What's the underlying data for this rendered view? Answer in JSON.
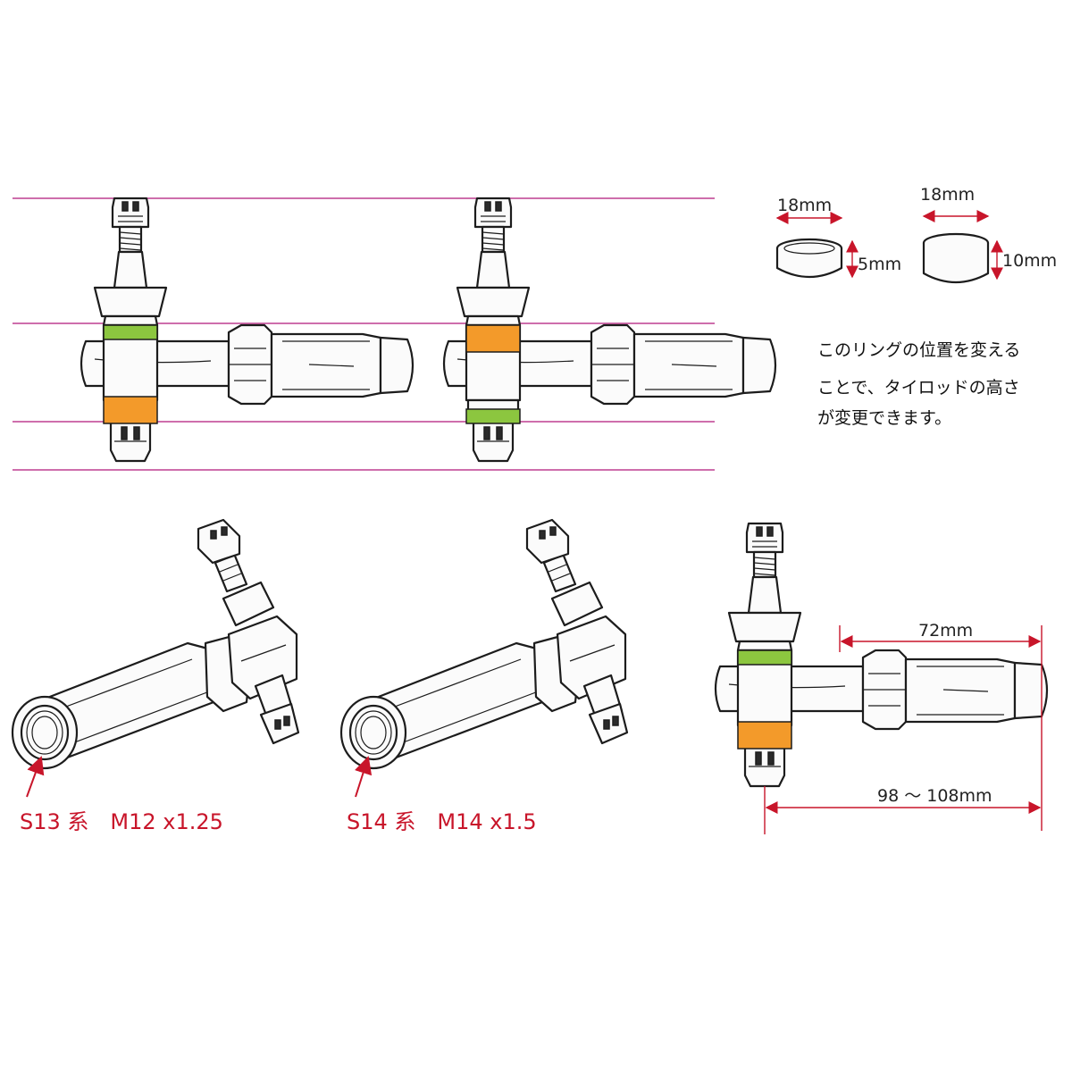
{
  "rings": {
    "small": {
      "width_label": "18mm",
      "height_label": "5mm"
    },
    "large": {
      "width_label": "18mm",
      "height_label": "10mm"
    }
  },
  "note": {
    "line1": "このリングの位置を変える",
    "line2": "ことで、タイロッドの高さ",
    "line3": "が変更できます。"
  },
  "variants": {
    "s13": "S13 系　M12 x1.25",
    "s14": "S14 系　M14 x1.5"
  },
  "dimensions": {
    "sleeve_length": "72mm",
    "overall_length": "98 〜 108mm"
  },
  "colors": {
    "green_ring": "#8cc63f",
    "orange_ring": "#f39a2a",
    "guide_lines": "#b0177a",
    "accent_red": "#c8152a"
  }
}
